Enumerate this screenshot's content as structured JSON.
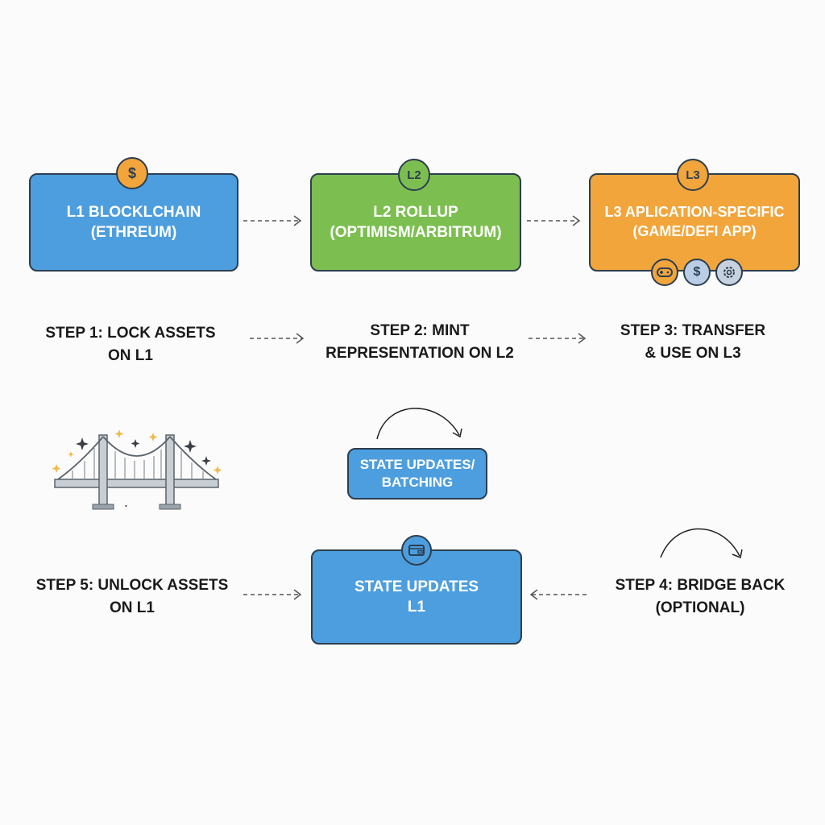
{
  "layers": {
    "l1": {
      "line1": "L1 BLOCKLCHAIN",
      "line2": "(ETHREUM)",
      "badge_icon": "dollar-coin-icon",
      "badge_text": "$"
    },
    "l2": {
      "line1": "L2 ROLLUP",
      "line2": "(OPTIMISM/ARBITRUM)",
      "badge_text": "L2"
    },
    "l3": {
      "line1": "L3 APLICATION-SPECIFIC",
      "line2": "(GAME/DEFI APP)",
      "badge_text": "L3",
      "icons": [
        "gamepad-icon",
        "dollar-coin-icon",
        "gear-icon"
      ],
      "dollar_text": "$"
    }
  },
  "steps": {
    "step1": {
      "line1": "STEP 1: LOCK ASSETS",
      "line2": "ON L1"
    },
    "step2": {
      "line1": "STEP 2: MINT",
      "line2": "REPRESENTATION ON L2"
    },
    "step3": {
      "line1": "STEP 3: TRANSFER",
      "line2": "& USE ON L3"
    },
    "step4": {
      "line1": "STEP 4: BRIDGE BACK",
      "line2": "(OPTIONAL)"
    },
    "step5": {
      "line1": "STEP 5: UNLOCK ASSETS",
      "line2": "ON L1"
    }
  },
  "batching": {
    "line1": "STATE UPDATES/",
    "line2": "BATCHING"
  },
  "state_l1": {
    "line1": "STATE UPDATES",
    "line2": "L1",
    "badge_icon": "wallet-card-icon"
  },
  "decor": {
    "bridge_icon": "suspension-bridge-icon",
    "sparkle_icon": "sparkle-icon"
  },
  "colors": {
    "blue": "#4d9ede",
    "green": "#7cbf50",
    "orange": "#f2a53b",
    "coin": "#f2a53b",
    "outline": "#2d3e50"
  }
}
